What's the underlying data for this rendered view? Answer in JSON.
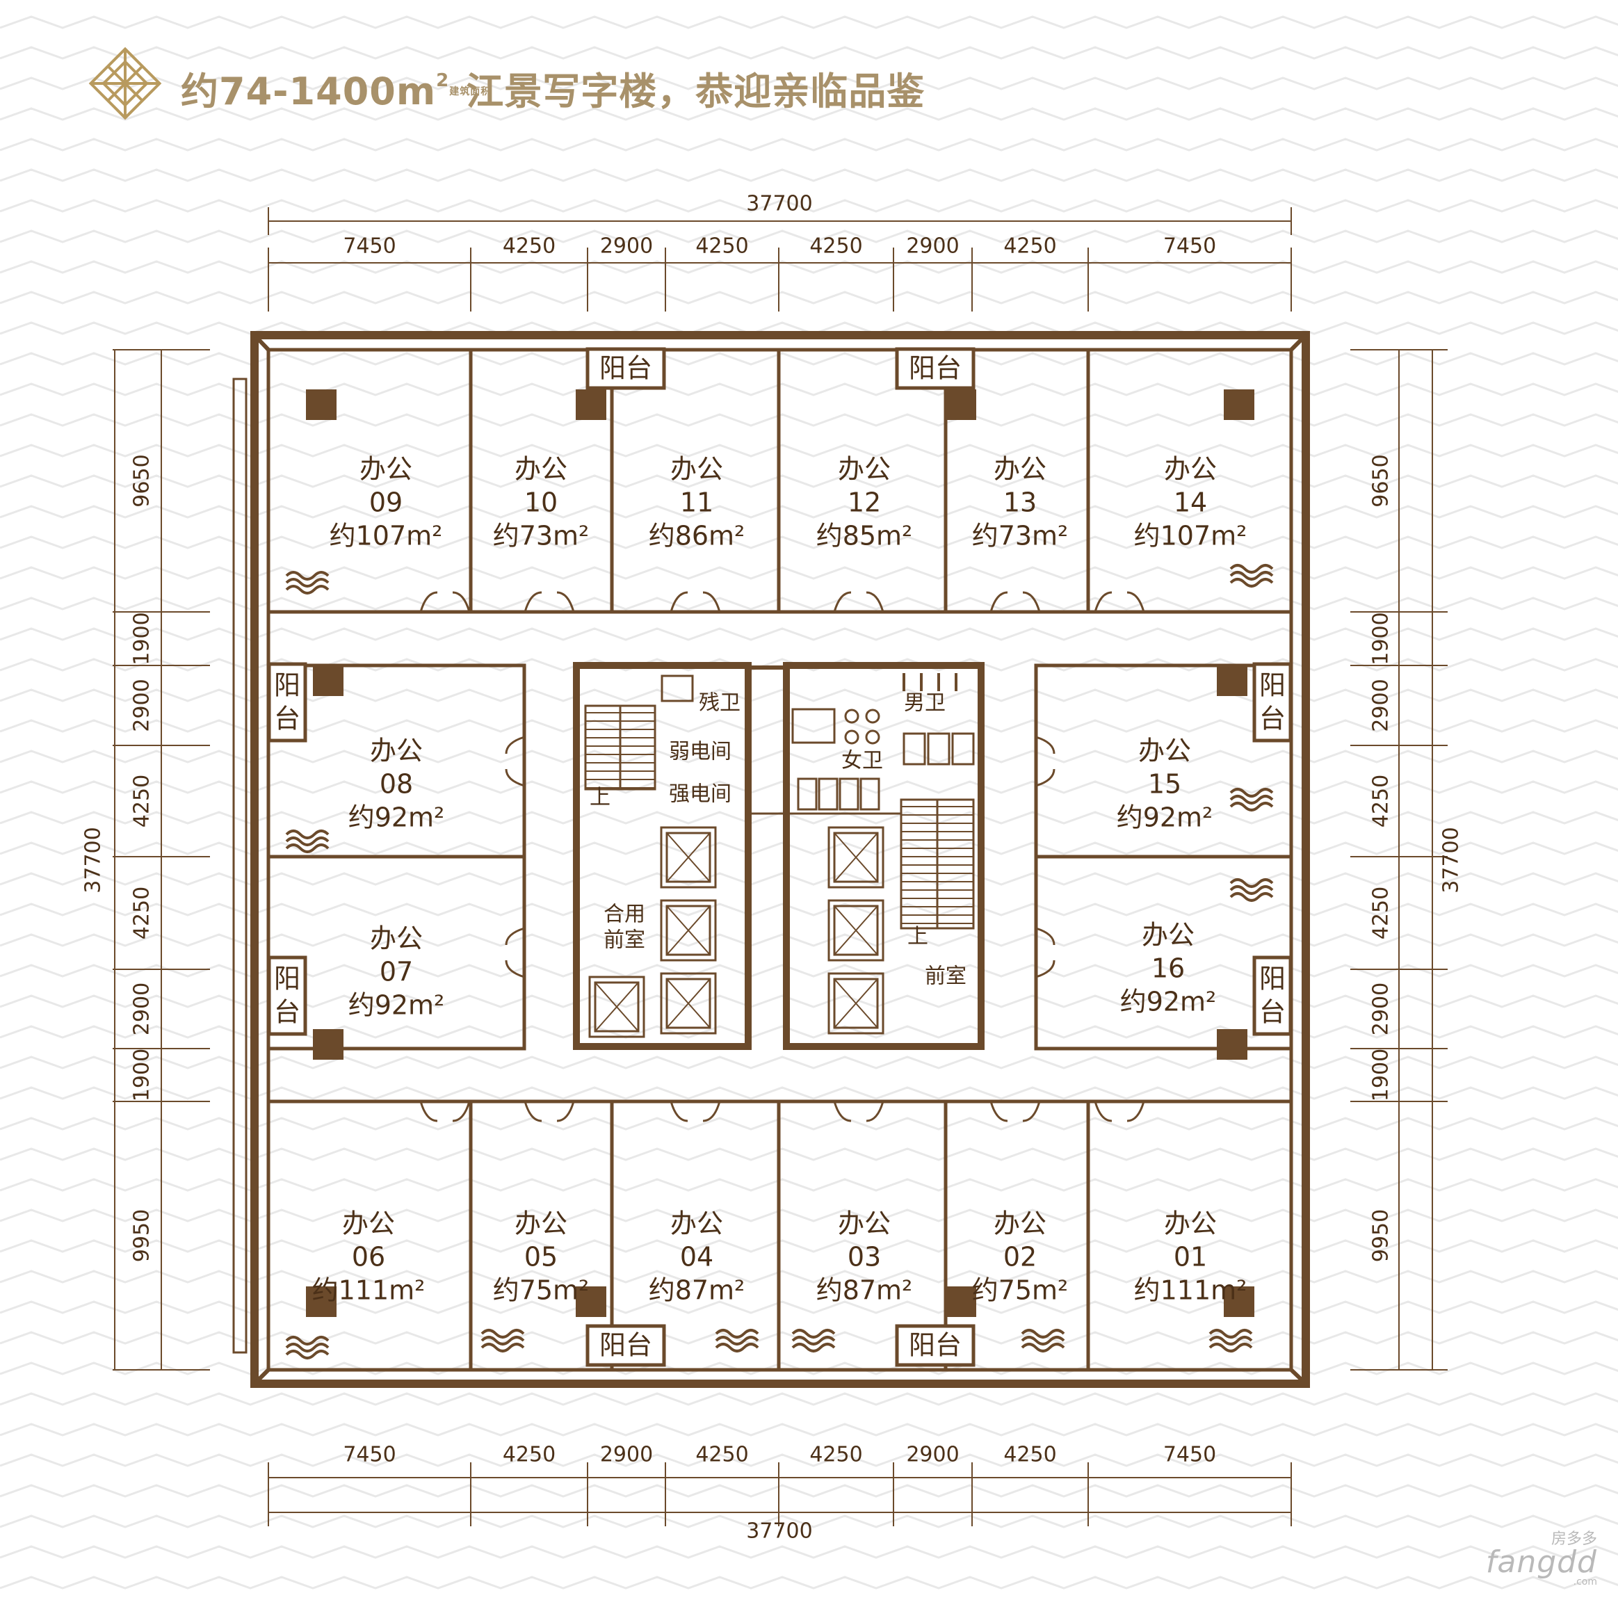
{
  "header": {
    "title_main": "约74-1400m",
    "title_sup": "2",
    "title_small": "建筑面积",
    "title_rest": "江景写字楼，恭迎亲临品鉴",
    "logo_icon": "diamond-knot-icon"
  },
  "dimensions": {
    "total": "37700",
    "top_segments": [
      "7450",
      "4250",
      "2900",
      "4250",
      "4250",
      "2900",
      "4250",
      "7450"
    ],
    "bottom_segments": [
      "7450",
      "4250",
      "2900",
      "4250",
      "4250",
      "2900",
      "4250",
      "7450"
    ],
    "left_segments": [
      "9650",
      "1900",
      "2900",
      "4250",
      "4250",
      "2900",
      "1900",
      "9950"
    ],
    "right_segments": [
      "9650",
      "1900",
      "2900",
      "4250",
      "4250",
      "2900",
      "1900",
      "9950"
    ]
  },
  "rooms": [
    {
      "label": "办公",
      "num": "09",
      "area": "约107m²"
    },
    {
      "label": "办公",
      "num": "10",
      "area": "约73m²"
    },
    {
      "label": "办公",
      "num": "11",
      "area": "约86m²"
    },
    {
      "label": "办公",
      "num": "12",
      "area": "约85m²"
    },
    {
      "label": "办公",
      "num": "13",
      "area": "约73m²"
    },
    {
      "label": "办公",
      "num": "14",
      "area": "约107m²"
    },
    {
      "label": "办公",
      "num": "08",
      "area": "约92m²"
    },
    {
      "label": "办公",
      "num": "07",
      "area": "约92m²"
    },
    {
      "label": "办公",
      "num": "15",
      "area": "约92m²"
    },
    {
      "label": "办公",
      "num": "16",
      "area": "约92m²"
    },
    {
      "label": "办公",
      "num": "06",
      "area": "约111m²"
    },
    {
      "label": "办公",
      "num": "05",
      "area": "约75m²"
    },
    {
      "label": "办公",
      "num": "04",
      "area": "约87m²"
    },
    {
      "label": "办公",
      "num": "03",
      "area": "约87m²"
    },
    {
      "label": "办公",
      "num": "02",
      "area": "约75m²"
    },
    {
      "label": "办公",
      "num": "01",
      "area": "约111m²"
    }
  ],
  "balcony": {
    "label": "阳台",
    "char1": "阳",
    "char2": "台"
  },
  "core": {
    "accessible_wc": "残卫",
    "weak_current": "弱电间",
    "strong_current": "强电间",
    "mens_wc": "男卫",
    "womens_wc": "女卫",
    "up": "上",
    "shared_lobby_1": "合用",
    "shared_lobby_2": "前室",
    "lobby": "前室"
  },
  "watermark": {
    "line1": "房多多",
    "line2": "fangdd",
    "line3": ".com"
  },
  "colors": {
    "wall": "#6b4a2b",
    "text": "#4b3018",
    "title": "#a8916a",
    "pattern": "#e8e8e8",
    "gold": "#b89a5e"
  }
}
